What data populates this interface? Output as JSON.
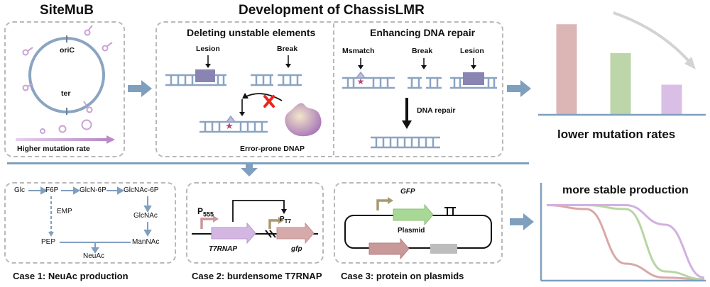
{
  "titles": {
    "sitemub": "SiteMuB",
    "development": "Development of ChassisLMR",
    "deleting": "Deleting unstable elements",
    "enhancing": "Enhancing DNA repair",
    "lower_rates": "lower mutation rates",
    "stable": "more stable production"
  },
  "sitemub": {
    "oric": "oriC",
    "ter": "ter",
    "caption": "Higher mutation rate"
  },
  "deleting": {
    "lesion": "Lesion",
    "break": "Break",
    "dnap": "Error-prone DNAP"
  },
  "enhancing": {
    "mismatch": "Msmatch",
    "break": "Break",
    "lesion": "Lesion",
    "repair": "DNA repair"
  },
  "case1": {
    "caption": "Case 1: NeuAc production",
    "glc": "Glc",
    "f6p": "F6P",
    "glcn6p": "GlcN-6P",
    "glcnac6p": "GlcNAc-6P",
    "emp": "EMP",
    "glcnac": "GlcNAc",
    "pep": "PEP",
    "mannac": "ManNAc",
    "neuac": "NeuAc"
  },
  "case2": {
    "caption": "Case 2: burdensome T7RNAP",
    "p555": "P555",
    "pt7": "PT7",
    "t7rnap": "T7RNAP",
    "gfp": "gfp"
  },
  "case3": {
    "caption": "Case 3: protein on plasmids",
    "gfp": "GFP",
    "plasmid": "Plasmid"
  },
  "colors": {
    "flow_arrow": "#7f9fbf",
    "dna": "#8aa4c2",
    "lesion_box": "#8a84b3",
    "red_cross": "#e8281e",
    "bar1": "#dcb5b5",
    "bar2": "#bcd6a9",
    "bar3": "#d9bfe6",
    "curve1": "#d9a8a8",
    "curve2": "#b8d6a2",
    "curve3": "#d2b0e0",
    "axis": "#7f9fbf",
    "promoter": "#a89a6e",
    "t7rnap_arrow": "#d4b6e2",
    "gfp_arrow": "#d6aaaa",
    "gfp_plasmid": "#a8d895",
    "gray_box": "#bdbdbd",
    "promoter_pink": "#c99898"
  },
  "chart_data": [
    {
      "type": "bar",
      "categories": [
        "",
        "",
        ""
      ],
      "values": [
        100,
        68,
        33
      ],
      "title": "lower mutation rates",
      "xlabel": "",
      "ylabel": "",
      "ylim": [
        0,
        110
      ],
      "grid": false
    },
    {
      "type": "line",
      "title": "more stable production",
      "xlabel": "",
      "ylabel": "",
      "ylim": [
        0,
        100
      ],
      "grid": false,
      "series": [
        {
          "x": [
            0,
            25,
            50,
            75,
            100
          ],
          "values": [
            95,
            90,
            20,
            2,
            0
          ]
        },
        {
          "x": [
            0,
            25,
            50,
            75,
            100
          ],
          "values": [
            95,
            95,
            90,
            10,
            0
          ]
        },
        {
          "x": [
            0,
            25,
            50,
            75,
            100
          ],
          "values": [
            95,
            95,
            95,
            70,
            2
          ]
        }
      ]
    }
  ]
}
